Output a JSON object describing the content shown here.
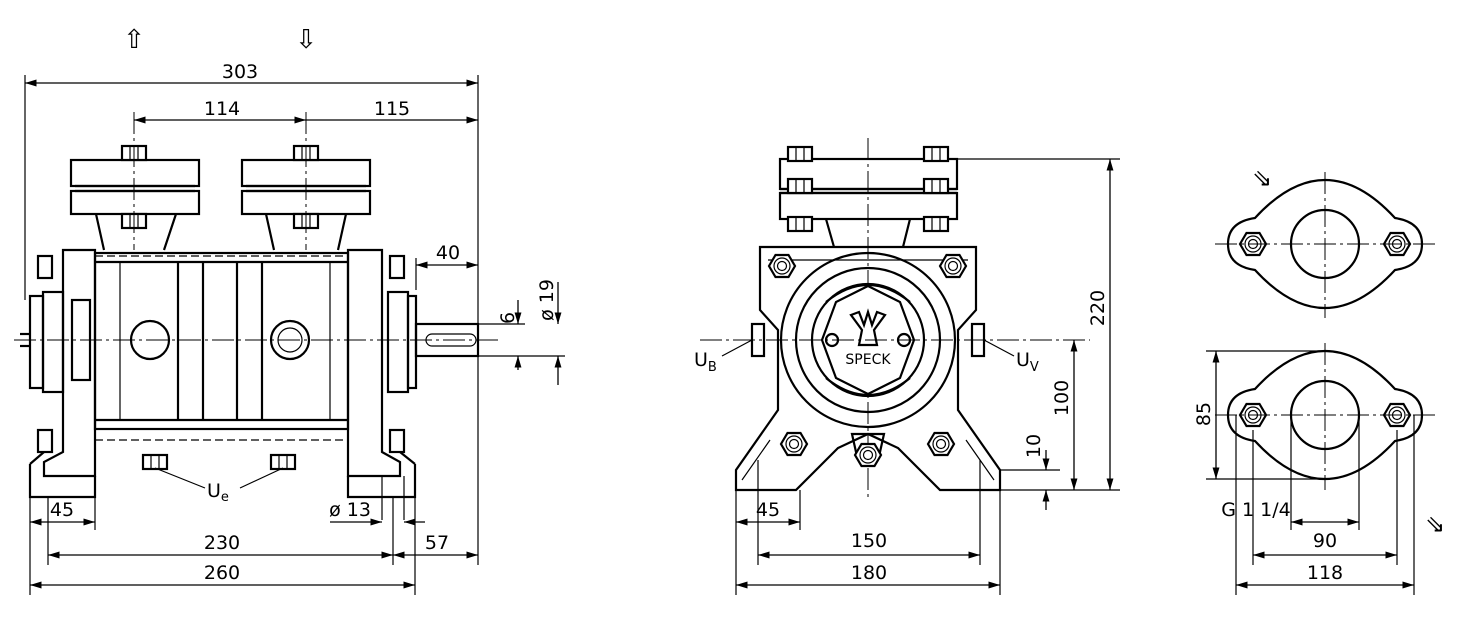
{
  "arrows": {
    "up": "⇧",
    "down": "⇩",
    "in": "⇘",
    "out": "⇘"
  },
  "front_view": {
    "dims": {
      "overall_length": "303",
      "port_spacing": "114",
      "port_to_end": "115",
      "shaft_length": "40",
      "shaft_diameter": "ø 19",
      "key_width": "6",
      "foot_to_end": "45",
      "bolt_hole": "ø 13",
      "foot_spacing": "230",
      "foot_overhang": "57",
      "foot_length": "260"
    },
    "ue_label": "U",
    "ue_sub": "e"
  },
  "side_view": {
    "dims": {
      "overall_height": "220",
      "shaft_height": "100",
      "foot_thickness": "10",
      "foot_width": "45",
      "bolt_spacing": "150",
      "foot_span": "180"
    },
    "ub_label": "U",
    "ub_sub": "B",
    "uv_label": "U",
    "uv_sub": "V",
    "logo_text": "SPECK"
  },
  "flange_view": {
    "dims": {
      "height": "85",
      "thread": "G 1 1/4",
      "bolt_spacing": "90",
      "width": "118"
    }
  }
}
